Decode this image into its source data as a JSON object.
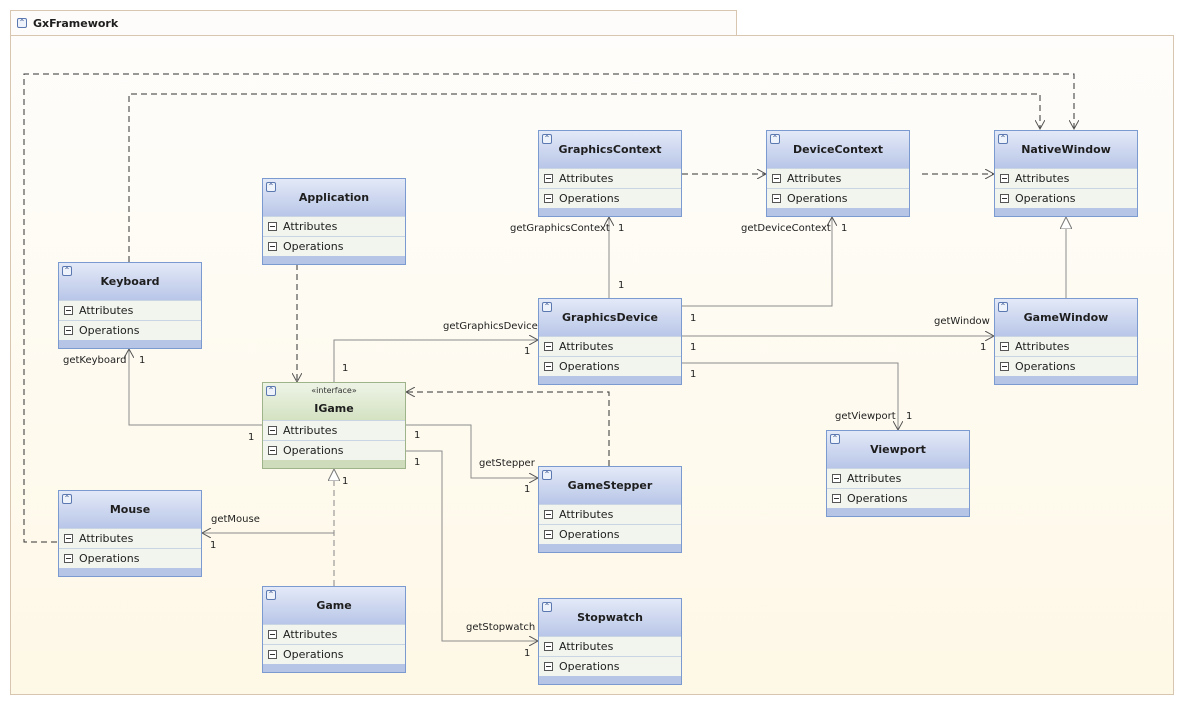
{
  "package": {
    "title": "GxFramework",
    "icon": "collapse-chevron-icon"
  },
  "compartments": {
    "attributes": "Attributes",
    "operations": "Operations"
  },
  "classes": {
    "graphicsContext": {
      "name": "GraphicsContext"
    },
    "deviceContext": {
      "name": "DeviceContext"
    },
    "nativeWindow": {
      "name": "NativeWindow"
    },
    "application": {
      "name": "Application"
    },
    "keyboard": {
      "name": "Keyboard"
    },
    "graphicsDevice": {
      "name": "GraphicsDevice"
    },
    "gameWindow": {
      "name": "GameWindow"
    },
    "igame": {
      "name": "IGame",
      "stereotype": "«interface»"
    },
    "viewport": {
      "name": "Viewport"
    },
    "mouse": {
      "name": "Mouse"
    },
    "gameStepper": {
      "name": "GameStepper"
    },
    "game": {
      "name": "Game"
    },
    "stopwatch": {
      "name": "Stopwatch"
    }
  },
  "labels": {
    "getGraphicsContext": "getGraphicsContext",
    "getDeviceContext": "getDeviceContext",
    "getGraphicsDevice": "getGraphicsDevice",
    "getWindow": "getWindow",
    "getKeyboard": "getKeyboard",
    "getViewport": "getViewport",
    "getStepper": "getStepper",
    "getMouse": "getMouse",
    "getStopwatch": "getStopwatch",
    "one": "1"
  },
  "colors": {
    "class_border": "#7a9ad0",
    "interface_border": "#9fb38a",
    "package_border": "#d9c6b0",
    "line": "#8c8c8c",
    "dashed": "#333333"
  }
}
